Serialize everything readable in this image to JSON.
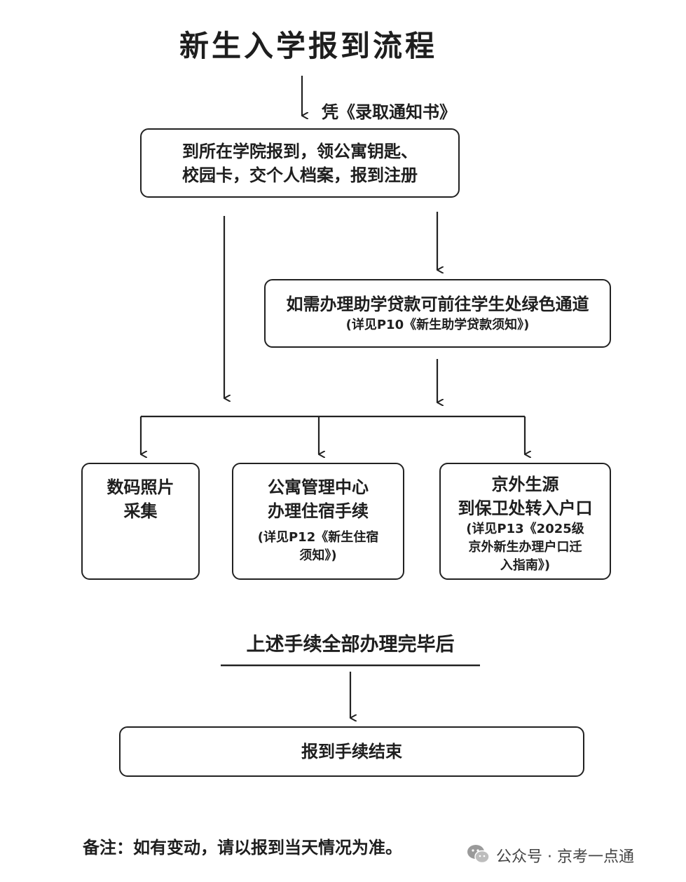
{
  "title": "新生入学报到流程",
  "step1_label": "凭《录取通知书》",
  "box1": {
    "line1": "到所在学院报到，领公寓钥匙、",
    "line2": "校园卡，交个人档案，报到注册"
  },
  "box2": {
    "main": "如需办理助学贷款可前往学生处绿色通道",
    "sub": "(详见P10《新生助学贷款须知》)"
  },
  "box3": {
    "line1": "数码照片",
    "line2": "采集"
  },
  "box4": {
    "line1": "公寓管理中心",
    "line2": "办理住宿手续",
    "sub1": "(详见P12《新生住宿",
    "sub2": "须知》)"
  },
  "box5": {
    "line1": "京外生源",
    "line2": "到保卫处转入户口",
    "sub1": "(详见P13《2025级",
    "sub2": "京外新生办理户口迁",
    "sub3": "入指南》)"
  },
  "after_label": "上述手续全部办理完毕后",
  "end_box": "报到手续结束",
  "note": "备注：如有变动，请以报到当天情况为准。",
  "watermark": "公众号 · 京考一点通"
}
